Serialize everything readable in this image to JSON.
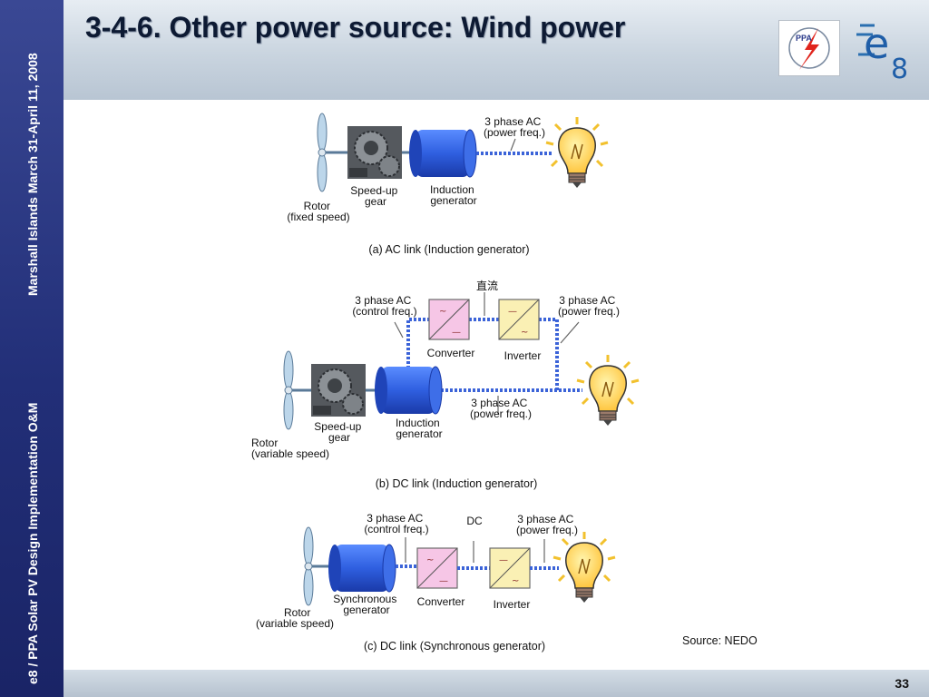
{
  "slide": {
    "title": "3-4-6. Other power source: Wind power",
    "sidebar_event": "Marshall Islands March 31-April 11, 2008",
    "sidebar_course": "e8 / PPA Solar PV Design Implementation O&M",
    "page_number": "33",
    "source": "Source: NEDO"
  },
  "logos": {
    "ppa_text": "PPA",
    "e8_letter": "e",
    "e8_digit": "8"
  },
  "diagram_a": {
    "caption": "(a) AC link (Induction generator)",
    "ac_top": [
      "3 phase AC",
      "(power freq.)"
    ],
    "gear": [
      "Speed-up",
      "gear"
    ],
    "generator": [
      "Induction",
      "generator"
    ],
    "rotor": [
      "Rotor",
      "(fixed speed)"
    ]
  },
  "diagram_b": {
    "caption": "(b) DC link (Induction generator)",
    "ac_left": [
      "3 phase AC",
      "(control freq.)"
    ],
    "ac_right": [
      "3 phase AC",
      "(power freq.)"
    ],
    "ac_mid": [
      "3 phase AC",
      "(power freq.)"
    ],
    "dc_mark": "直流",
    "converter": "Converter",
    "inverter": "Inverter",
    "gear": [
      "Speed-up",
      "gear"
    ],
    "generator": [
      "Induction",
      "generator"
    ],
    "rotor": [
      "Rotor",
      "(variable speed)"
    ]
  },
  "diagram_c": {
    "caption": "(c) DC link (Synchronous generator)",
    "ac_left": [
      "3 phase AC",
      "(control freq.)"
    ],
    "dc": "DC",
    "ac_right": [
      "3 phase AC",
      "(power freq.)"
    ],
    "generator": [
      "Synchronous",
      "generator"
    ],
    "converter": "Converter",
    "inverter": "Inverter",
    "rotor": [
      "Rotor",
      "(variable speed)"
    ]
  },
  "symbols": {
    "ac": "~",
    "dc": "—"
  },
  "colors": {
    "sidebar": "#2a3680",
    "generator": "#2f5fe0",
    "link": "#3b63d8",
    "converter": "#f6c6e6",
    "inverter": "#faf0b4",
    "bulb": "#ffd65a"
  }
}
